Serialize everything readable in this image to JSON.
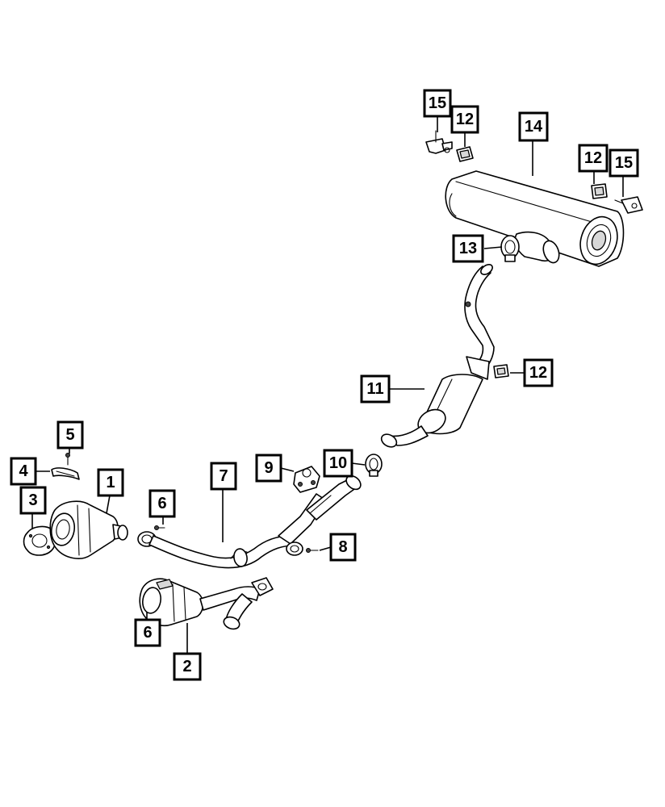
{
  "callouts": {
    "c1": "1",
    "c2": "2",
    "c3": "3",
    "c4": "4",
    "c5": "5",
    "c6a": "6",
    "c6b": "6",
    "c7": "7",
    "c8": "8",
    "c9": "9",
    "c10": "10",
    "c11": "11",
    "c12a": "12",
    "c12b": "12",
    "c12c": "12",
    "c13": "13",
    "c14": "14",
    "c15a": "15",
    "c15b": "15"
  },
  "parts": {
    "p1": "catalytic-converter-front-icon",
    "p2": "catalytic-converter-rear-icon",
    "p3": "gasket-icon",
    "p4": "heat-shield-bracket-icon",
    "p5": "bolt-icon",
    "p6": "bolt-icon",
    "p7": "front-pipe-icon",
    "p8": "bolt-icon",
    "p9": "isolator-hanger-icon",
    "p10": "clamp-icon",
    "p11": "resonator-pipe-icon",
    "p12": "isolator-icon",
    "p13": "clamp-icon",
    "p14": "muffler-icon",
    "p15": "hanger-bracket-icon"
  }
}
